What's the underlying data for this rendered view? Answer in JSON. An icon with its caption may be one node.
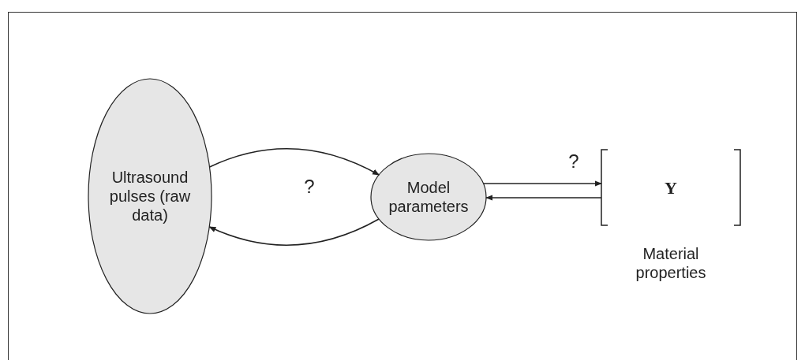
{
  "diagram": {
    "nodes": [
      {
        "text": [
          "Ultrasound pulses (raw data)"
        ]
      },
      {
        "text": [
          "Model parameters"
        ]
      },
      {
        "text": [
          "Y"
        ],
        "beside": [
          "Material properties"
        ]
      }
    ],
    "edges": [
      {
        "from": 0,
        "to": 1,
        "arrow": "to",
        "label": "?"
      },
      {
        "from": 1,
        "to": 0,
        "arrow": "to"
      },
      {
        "from": 1,
        "to": 2,
        "arrow": "to",
        "label": "?"
      },
      {
        "from": 2,
        "to": 1,
        "arrow": "to"
      }
    ]
  }
}
